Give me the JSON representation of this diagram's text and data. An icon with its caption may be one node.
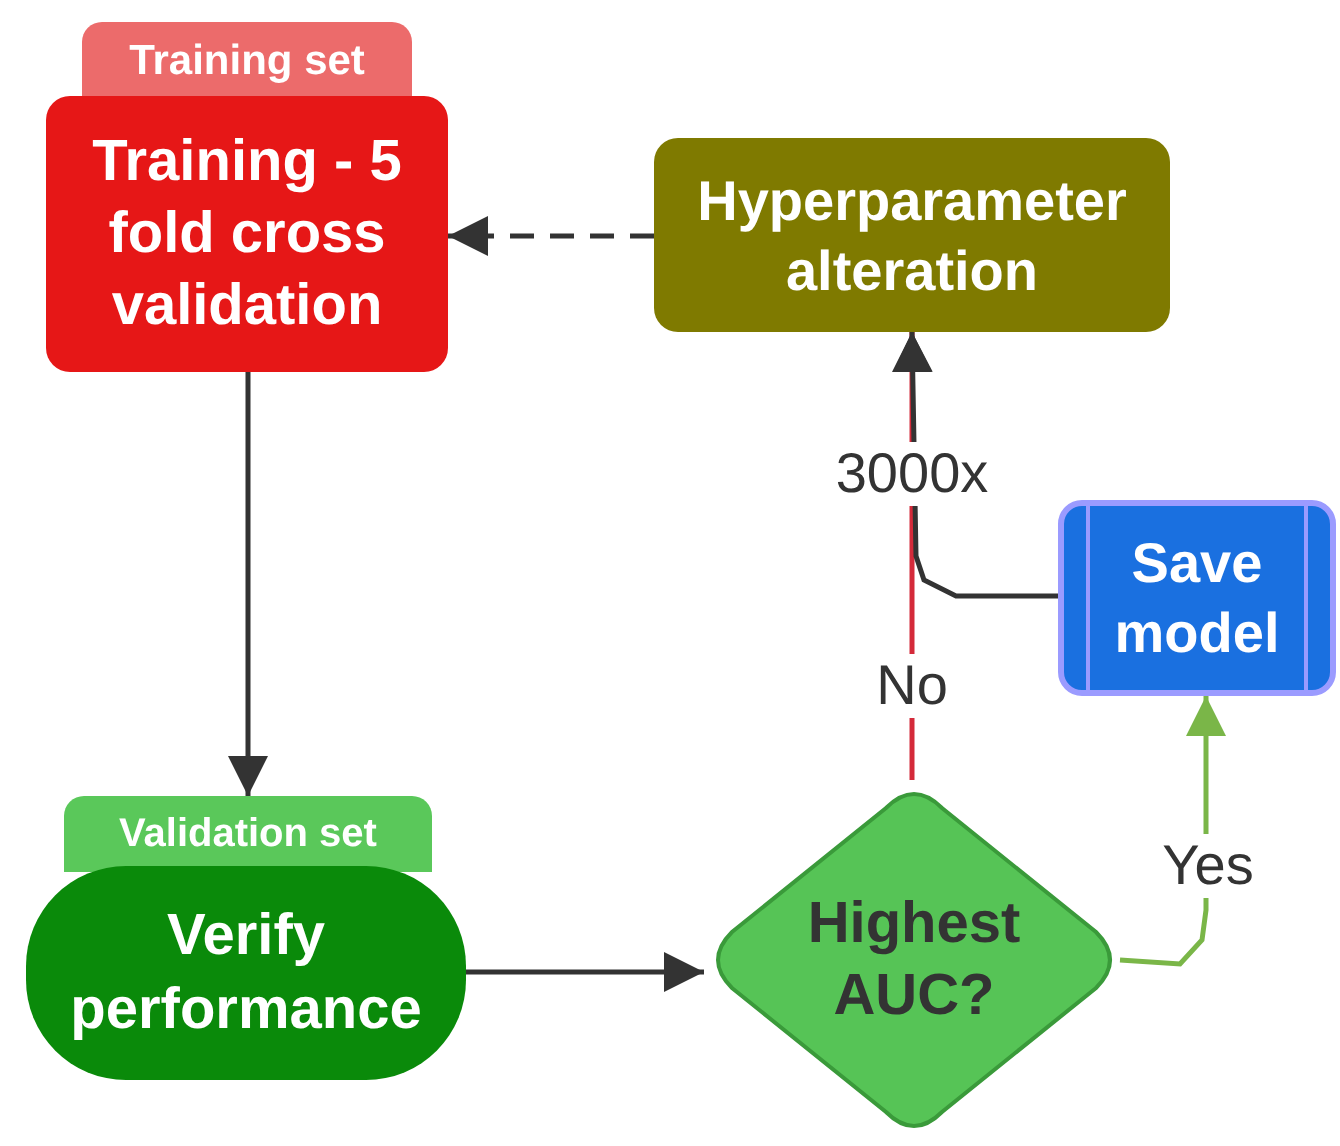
{
  "diagram": {
    "nodes": [
      {
        "text": [
          "Training set",
          "Training - 5 fold cross validation"
        ]
      },
      {
        "text": [
          "Hyperparameter alteration"
        ]
      },
      {
        "text": [
          "Validation set",
          "Verify performance"
        ]
      },
      {
        "text": [
          "Highest AUC?"
        ]
      },
      {
        "text": [
          "Save model"
        ]
      }
    ],
    "edges": [
      {
        "from": 1,
        "to": 0,
        "arrow": "to",
        "style": "dashed"
      },
      {
        "from": 0,
        "to": 2,
        "arrow": "to"
      },
      {
        "from": 2,
        "to": 3,
        "arrow": "to"
      },
      {
        "from": 3,
        "to": 1,
        "arrow": "to",
        "label": "No",
        "color": "#d42a3a"
      },
      {
        "from": 4,
        "to": 1,
        "arrow": "to"
      },
      {
        "from": 3,
        "to": 4,
        "arrow": "to",
        "label": "Yes",
        "color": "#7ab648"
      }
    ],
    "labels": [
      "3000x"
    ]
  }
}
